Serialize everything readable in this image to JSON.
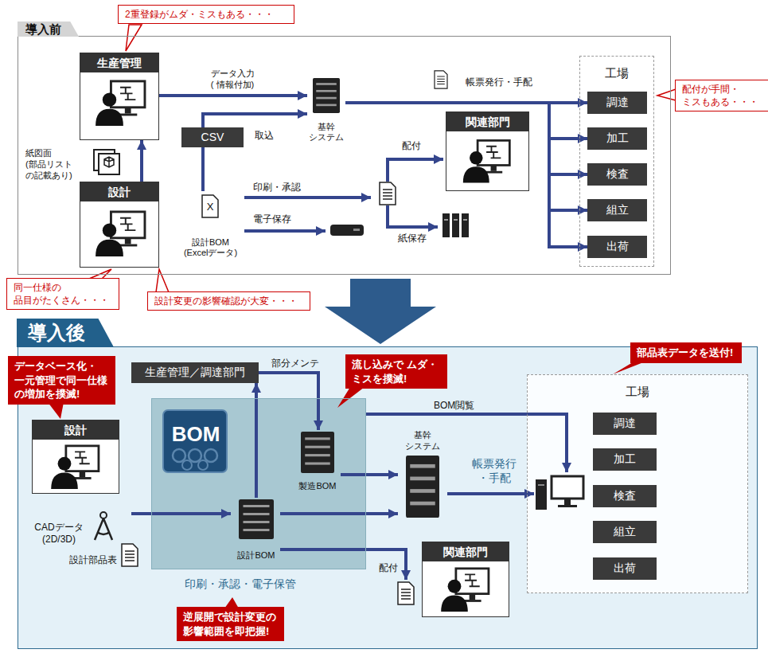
{
  "diagram": {
    "nodes": [
      {
        "text": [
          "導入前"
        ]
      },
      {
        "text": [
          "生産管理"
        ],
        "in": 0
      },
      {
        "text": [
          "設計"
        ],
        "in": 0
      },
      {
        "text": [
          "CSV"
        ],
        "in": 0
      },
      {
        "text": [
          "基幹 システム"
        ],
        "in": 0
      },
      {
        "text": [
          "設計BOM (Excelデータ)"
        ],
        "in": 0
      },
      {
        "text": [
          "関連部門"
        ],
        "in": 0
      },
      {
        "text": [
          "工場"
        ],
        "in": 0
      },
      {
        "text": [
          "調達"
        ],
        "in": 7
      },
      {
        "text": [
          "加工"
        ],
        "in": 7
      },
      {
        "text": [
          "検査"
        ],
        "in": 7
      },
      {
        "text": [
          "組立"
        ],
        "in": 7
      },
      {
        "text": [
          "出荷"
        ],
        "in": 7
      },
      {
        "text": [
          "2重登録がムダ・ミスもある・・・"
        ]
      },
      {
        "text": [
          "配付が手間・ ミスもある・・・"
        ]
      },
      {
        "text": [
          "同一仕様の 品目がたくさん・・・"
        ]
      },
      {
        "text": [
          "設計変更の影響確認が大変・・・"
        ]
      },
      {
        "text": [
          "導入後"
        ]
      },
      {
        "text": [
          "設計"
        ],
        "in": 17
      },
      {
        "text": [
          "生産管理／調達部門"
        ],
        "in": 17
      },
      {
        "text": [
          "BOM"
        ],
        "in": 17
      },
      {
        "text": [
          "製造BOM"
        ],
        "in": 20
      },
      {
        "text": [
          "設計BOM"
        ],
        "in": 20
      },
      {
        "text": [
          "基幹 システム"
        ],
        "in": 17
      },
      {
        "text": [
          "関連部門"
        ],
        "in": 17
      },
      {
        "text": [
          "工場"
        ],
        "in": 17
      },
      {
        "text": [
          "調達"
        ],
        "in": 25
      },
      {
        "text": [
          "加工"
        ],
        "in": 25
      },
      {
        "text": [
          "検査"
        ],
        "in": 25
      },
      {
        "text": [
          "組立"
        ],
        "in": 25
      },
      {
        "text": [
          "出荷"
        ],
        "in": 25
      },
      {
        "text": [
          "データベース化・ 一元管理で同一仕様 の増加を撲滅!"
        ],
        "in": 17
      },
      {
        "text": [
          "流し込みで ムダ・ミスを撲滅!"
        ],
        "in": 17
      },
      {
        "text": [
          "逆展開で設計変更の 影響範囲を即把握!"
        ]
      },
      {
        "text": [
          "部品表データを送付!"
        ]
      }
    ],
    "edges": [
      {
        "from": 2,
        "to": 1,
        "arrow": "to"
      },
      {
        "from": 1,
        "to": 4,
        "label": "データ入力 ( 情報付加)",
        "arrow": "to"
      },
      {
        "from": 5,
        "to": 3,
        "arrow": "none"
      },
      {
        "from": 3,
        "to": 4,
        "label": "取込",
        "arrow": "to"
      },
      {
        "from": 4,
        "to": 8,
        "label": "帳票発行・手配",
        "arrow": "to"
      },
      {
        "from": 4,
        "to": 9,
        "arrow": "to"
      },
      {
        "from": 4,
        "to": 10,
        "arrow": "to"
      },
      {
        "from": 4,
        "to": 11,
        "arrow": "to"
      },
      {
        "from": 4,
        "to": 12,
        "arrow": "to"
      },
      {
        "from": 22,
        "to": 19,
        "arrow": "to"
      },
      {
        "from": 19,
        "to": 21,
        "label": "部分メンテ",
        "arrow": "to"
      },
      {
        "from": 21,
        "to": 23,
        "arrow": "to"
      },
      {
        "from": 22,
        "to": 23,
        "arrow": "to"
      }
    ],
    "labels": [
      "紙図面 (部品リスト の記載あり)",
      "X",
      "印刷・承認",
      "電子保存",
      "配付",
      "紙保存",
      "BOM閲覧",
      "帳票発行 ・手配",
      "CADデータ (2D/3D)",
      "設計部品表",
      "配付",
      "印刷・承認・電子保管"
    ]
  }
}
